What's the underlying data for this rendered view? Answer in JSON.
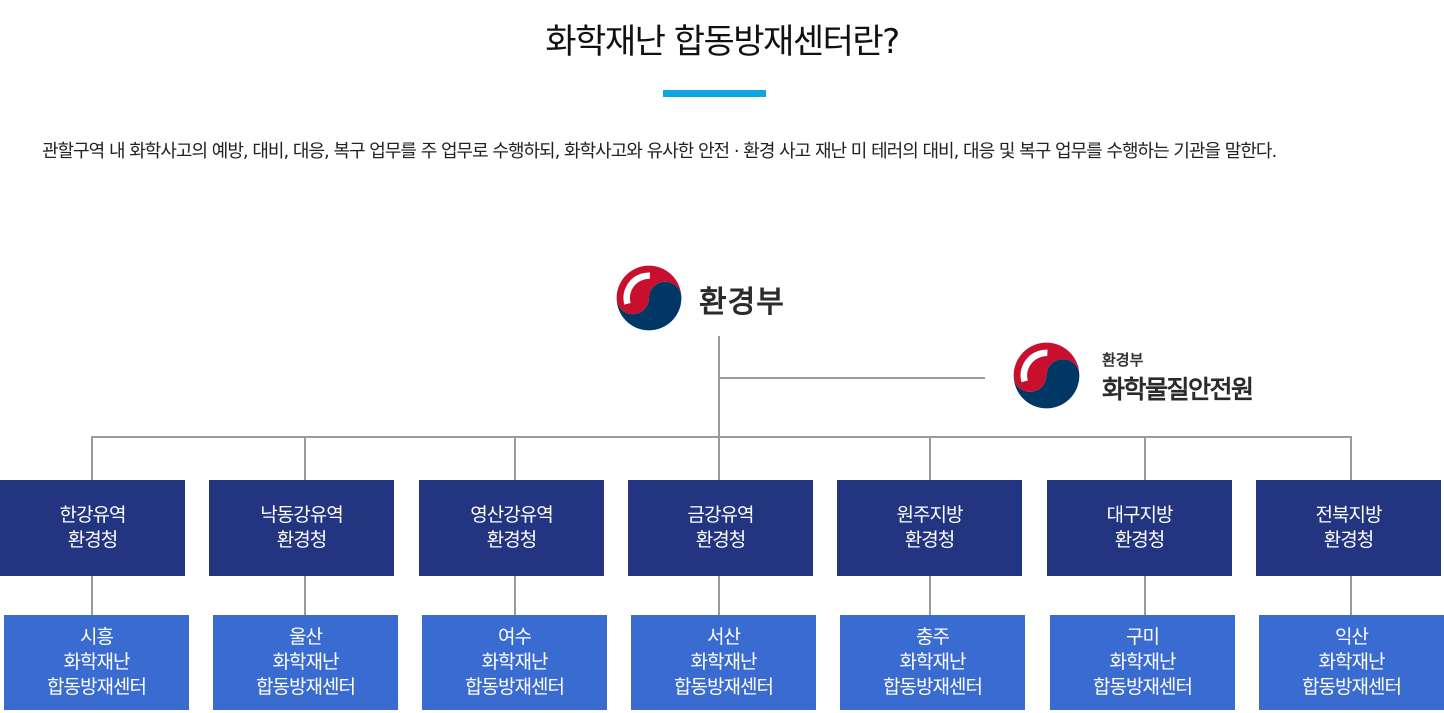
{
  "title": "화학재난 합동방재센터란?",
  "description": "관할구역 내 화학사고의 예방, 대비, 대응, 복구 업무를 주 업무로 수행하되, 화학사고와 유사한 안전 · 환경 사고 재난 미 테러의 대비, 대응 및 복구 업무를 수행하는 기관을 말한다.",
  "colors": {
    "accent": "#0ea5e0",
    "office_box": "#233580",
    "center_box": "#3a6bd0",
    "emblem_red": "#c8102e",
    "emblem_blue": "#003764"
  },
  "ministry": {
    "name": "환경부",
    "emblem": "taeguk-emblem-icon"
  },
  "agency": {
    "parent": "환경부",
    "name": "화학물질안전원",
    "emblem": "taeguk-emblem-icon"
  },
  "offices": [
    {
      "line1": "한강유역",
      "line2": "환경청",
      "center": {
        "line1": "시흥",
        "line2": "화학재난",
        "line3": "합동방재센터"
      }
    },
    {
      "line1": "낙동강유역",
      "line2": "환경청",
      "center": {
        "line1": "울산",
        "line2": "화학재난",
        "line3": "합동방재센터"
      }
    },
    {
      "line1": "영산강유역",
      "line2": "환경청",
      "center": {
        "line1": "여수",
        "line2": "화학재난",
        "line3": "합동방재센터"
      }
    },
    {
      "line1": "금강유역",
      "line2": "환경청",
      "center": {
        "line1": "서산",
        "line2": "화학재난",
        "line3": "합동방재센터"
      }
    },
    {
      "line1": "원주지방",
      "line2": "환경청",
      "center": {
        "line1": "충주",
        "line2": "화학재난",
        "line3": "합동방재센터"
      }
    },
    {
      "line1": "대구지방",
      "line2": "환경청",
      "center": {
        "line1": "구미",
        "line2": "화학재난",
        "line3": "합동방재센터"
      }
    },
    {
      "line1": "전북지방",
      "line2": "환경청",
      "center": {
        "line1": "익산",
        "line2": "화학재난",
        "line3": "합동방재센터"
      }
    }
  ]
}
